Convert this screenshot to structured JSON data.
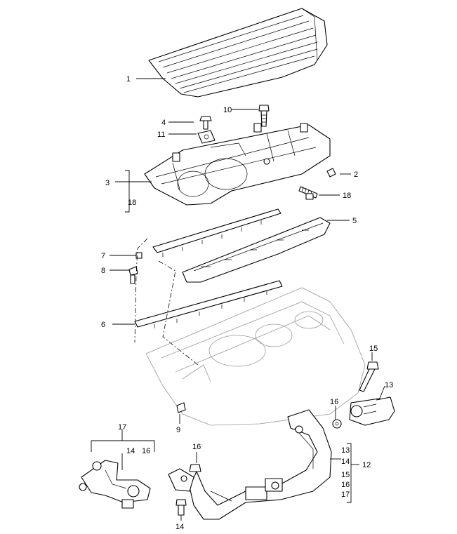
{
  "callouts": {
    "c1": "1",
    "c2": "2",
    "c3": "3",
    "c3b": "18",
    "c4": "4",
    "c5": "5",
    "c6": "6",
    "c7": "7",
    "c8": "8",
    "c9": "9",
    "c10": "10",
    "c11": "11",
    "c12": "12",
    "c12a": "13",
    "c12b": "14",
    "c12c": "15",
    "c12d": "16",
    "c12e": "17",
    "c13": "13",
    "c14": "14",
    "c15": "15",
    "c16a": "16",
    "c16b": "16",
    "c17": "17",
    "c17a": "14",
    "c17b": "16",
    "c18": "18"
  }
}
